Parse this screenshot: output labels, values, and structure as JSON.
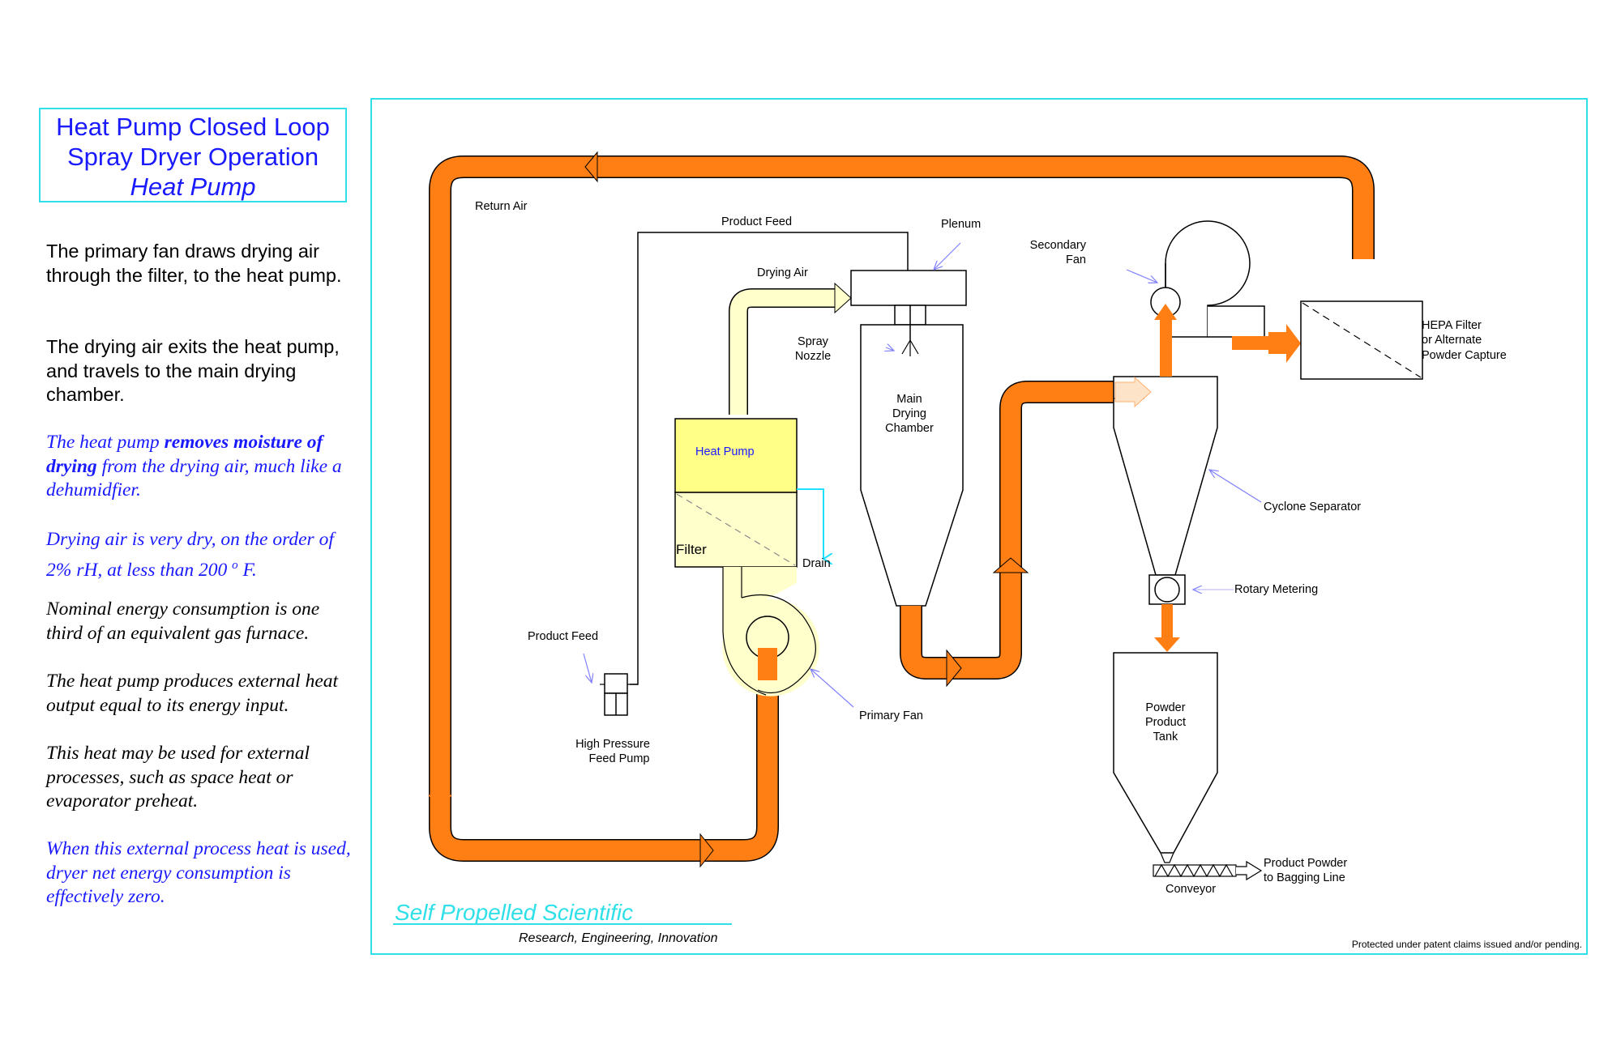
{
  "title": {
    "line1": "Heat Pump Closed Loop",
    "line2": "Spray Dryer Operation",
    "line3": "Heat Pump"
  },
  "paragraphs": {
    "p1": "The primary fan draws drying air through the filter, to the heat pump.",
    "p2": "The drying air exits the heat pump, and travels to the main drying chamber.",
    "p3_pre": "The heat pump ",
    "p3_bold": "removes moisture of drying",
    "p3_post": "  from the drying air, much like a dehumidfier.",
    "p4_pre": "Drying air is very dry, on the order of 2% rH, at less than 200 ",
    "p4_sup": "o",
    "p4_post": " F.",
    "p5": "Nominal energy consumption is one third of an equivalent gas  furnace.",
    "p6": "The heat pump produces external heat output equal to its energy input.",
    "p7": "This heat may be used for external processes, such as space heat or evaporator preheat.",
    "p8": "When this external process heat is used, dryer net energy consumption is effectively zero."
  },
  "labels": {
    "return_air": "Return Air",
    "product_feed_top": "Product Feed",
    "plenum": "Plenum",
    "drying_air": "Drying Air",
    "spray_nozzle_1": "Spray",
    "spray_nozzle_2": "Nozzle",
    "main_chamber_1": "Main",
    "main_chamber_2": "Drying",
    "main_chamber_3": "Chamber",
    "secondary_fan_1": "Secondary",
    "secondary_fan_2": "Fan",
    "hepa_1": "HEPA Filter",
    "hepa_2": "or Alternate",
    "hepa_3": "Powder Capture",
    "heat_pump": "Heat Pump",
    "filter": "Filter",
    "drain": "Drain",
    "cyclone": "Cyclone Separator",
    "rotary": "Rotary Metering",
    "product_feed_left": "Product Feed",
    "hp_feed_pump_1": "High Pressure",
    "hp_feed_pump_2": "Feed Pump",
    "primary_fan": "Primary Fan",
    "powder_tank_1": "Powder",
    "powder_tank_2": "Product",
    "powder_tank_3": "Tank",
    "product_powder_1": "Product Powder",
    "product_powder_2": "to Bagging Line",
    "conveyor": "Conveyor",
    "company": "Self Propelled Scientific",
    "tagline": "Research,  Engineering,  Innovation",
    "patent": "Protected under patent claims issued and/or pending."
  },
  "colors": {
    "duct_orange": "#ff7f15",
    "duct_light": "#ffffcc",
    "heat_pump_fill": "#ffff88",
    "frame_cyan": "#2fe0e8",
    "text_blue": "#1a1aff",
    "pointer_blue": "#8080ff",
    "drain_cyan": "#20e0ff"
  }
}
